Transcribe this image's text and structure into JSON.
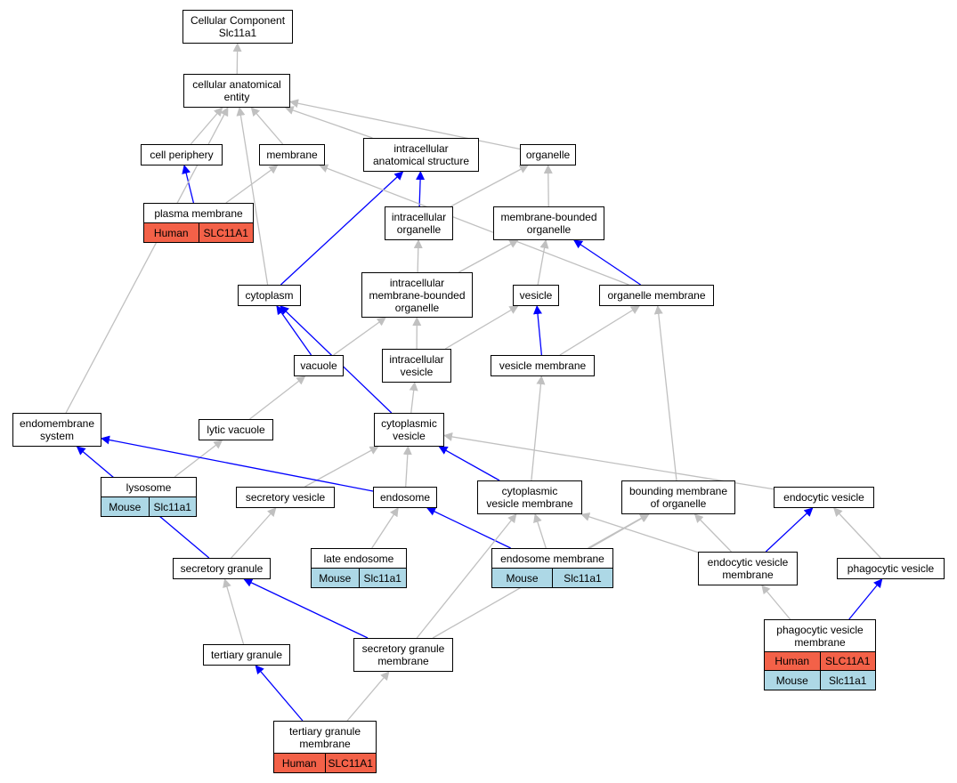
{
  "colors": {
    "edge_is_a": "#c0c0c0",
    "edge_part_of": "#0000ff",
    "human_fill": "#f36148",
    "mouse_fill": "#add8e6"
  },
  "nodes": {
    "root": {
      "lines": [
        "Cellular Component",
        "Slc11a1"
      ]
    },
    "cae": {
      "lines": [
        "cellular anatomical",
        "entity"
      ]
    },
    "cellper": {
      "lines": [
        "cell periphery"
      ]
    },
    "membrane": {
      "lines": [
        "membrane"
      ]
    },
    "intracell": {
      "lines": [
        "intracellular",
        "anatomical structure"
      ]
    },
    "organelle": {
      "lines": [
        "organelle"
      ]
    },
    "intraorg": {
      "lines": [
        "intracellular",
        "organelle"
      ]
    },
    "mbo": {
      "lines": [
        "membrane-bounded",
        "organelle"
      ]
    },
    "cytoplasm": {
      "lines": [
        "cytoplasm"
      ]
    },
    "imbo": {
      "lines": [
        "intracellular",
        "membrane-bounded",
        "organelle"
      ]
    },
    "vesicle": {
      "lines": [
        "vesicle"
      ]
    },
    "orgmem": {
      "lines": [
        "organelle membrane"
      ]
    },
    "vacuole": {
      "lines": [
        "vacuole"
      ]
    },
    "intraves": {
      "lines": [
        "intracellular",
        "vesicle"
      ]
    },
    "vesmem": {
      "lines": [
        "vesicle membrane"
      ]
    },
    "endomem": {
      "lines": [
        "endomembrane",
        "system"
      ]
    },
    "lytic": {
      "lines": [
        "lytic vacuole"
      ]
    },
    "cytoves": {
      "lines": [
        "cytoplasmic",
        "vesicle"
      ]
    },
    "secves": {
      "lines": [
        "secretory vesicle"
      ]
    },
    "endosome": {
      "lines": [
        "endosome"
      ]
    },
    "cytovesmem": {
      "lines": [
        "cytoplasmic",
        "vesicle membrane"
      ]
    },
    "boundmem": {
      "lines": [
        "bounding membrane",
        "of organelle"
      ]
    },
    "endoves": {
      "lines": [
        "endocytic vesicle"
      ]
    },
    "secgran": {
      "lines": [
        "secretory granule"
      ]
    },
    "endovesmem": {
      "lines": [
        "endocytic vesicle",
        "membrane"
      ]
    },
    "phagoves": {
      "lines": [
        "phagocytic vesicle"
      ]
    },
    "tergran": {
      "lines": [
        "tertiary granule"
      ]
    },
    "secgranmem": {
      "lines": [
        "secretory granule",
        "membrane"
      ]
    }
  },
  "gene_nodes": {
    "plasmamem": {
      "lines": [
        "plasma membrane"
      ],
      "rows": [
        {
          "species": "Human",
          "gene": "SLC11A1"
        }
      ]
    },
    "lysosome": {
      "lines": [
        "lysosome"
      ],
      "rows": [
        {
          "species": "Mouse",
          "gene": "Slc11a1"
        }
      ]
    },
    "lateendo": {
      "lines": [
        "late endosome"
      ],
      "rows": [
        {
          "species": "Mouse",
          "gene": "Slc11a1"
        }
      ]
    },
    "endosomemem": {
      "lines": [
        "endosome membrane"
      ],
      "rows": [
        {
          "species": "Mouse",
          "gene": "Slc11a1"
        }
      ]
    },
    "phagovesmem": {
      "lines": [
        "phagocytic vesicle",
        "membrane"
      ],
      "rows": [
        {
          "species": "Human",
          "gene": "SLC11A1"
        },
        {
          "species": "Mouse",
          "gene": "Slc11a1"
        }
      ]
    },
    "tergranmem": {
      "lines": [
        "tertiary granule",
        "membrane"
      ],
      "rows": [
        {
          "species": "Human",
          "gene": "SLC11A1"
        }
      ]
    }
  },
  "edges": [
    {
      "from": "cae",
      "to": "root",
      "type": "is_a"
    },
    {
      "from": "cellper",
      "to": "cae",
      "type": "is_a"
    },
    {
      "from": "membrane",
      "to": "cae",
      "type": "is_a"
    },
    {
      "from": "intracell",
      "to": "cae",
      "type": "is_a"
    },
    {
      "from": "organelle",
      "to": "cae",
      "type": "is_a"
    },
    {
      "from": "plasmamem",
      "to": "cellper",
      "type": "part_of"
    },
    {
      "from": "plasmamem",
      "to": "membrane",
      "type": "is_a"
    },
    {
      "from": "intraorg",
      "to": "intracell",
      "type": "part_of"
    },
    {
      "from": "intraorg",
      "to": "organelle",
      "type": "is_a"
    },
    {
      "from": "mbo",
      "to": "organelle",
      "type": "is_a"
    },
    {
      "from": "cytoplasm",
      "to": "intracell",
      "type": "part_of"
    },
    {
      "from": "cytoplasm",
      "to": "cae",
      "type": "is_a"
    },
    {
      "from": "imbo",
      "to": "intraorg",
      "type": "is_a"
    },
    {
      "from": "imbo",
      "to": "mbo",
      "type": "is_a"
    },
    {
      "from": "vesicle",
      "to": "mbo",
      "type": "is_a"
    },
    {
      "from": "orgmem",
      "to": "mbo",
      "type": "part_of"
    },
    {
      "from": "orgmem",
      "to": "membrane",
      "type": "is_a"
    },
    {
      "from": "vacuole",
      "to": "cytoplasm",
      "type": "part_of"
    },
    {
      "from": "vacuole",
      "to": "imbo",
      "type": "is_a"
    },
    {
      "from": "intraves",
      "to": "imbo",
      "type": "is_a"
    },
    {
      "from": "intraves",
      "to": "vesicle",
      "type": "is_a"
    },
    {
      "from": "vesmem",
      "to": "vesicle",
      "type": "part_of"
    },
    {
      "from": "vesmem",
      "to": "orgmem",
      "type": "is_a"
    },
    {
      "from": "endomem",
      "to": "cae",
      "type": "is_a"
    },
    {
      "from": "lytic",
      "to": "vacuole",
      "type": "is_a"
    },
    {
      "from": "cytoves",
      "to": "cytoplasm",
      "type": "part_of"
    },
    {
      "from": "cytoves",
      "to": "intraves",
      "type": "is_a"
    },
    {
      "from": "lysosome",
      "to": "lytic",
      "type": "is_a"
    },
    {
      "from": "secves",
      "to": "cytoves",
      "type": "is_a"
    },
    {
      "from": "endosome",
      "to": "cytoves",
      "type": "is_a"
    },
    {
      "from": "endosome",
      "to": "endomem",
      "type": "part_of"
    },
    {
      "from": "cytovesmem",
      "to": "cytoves",
      "type": "part_of"
    },
    {
      "from": "cytovesmem",
      "to": "vesmem",
      "type": "is_a"
    },
    {
      "from": "boundmem",
      "to": "orgmem",
      "type": "is_a"
    },
    {
      "from": "endoves",
      "to": "cytoves",
      "type": "is_a"
    },
    {
      "from": "secgran",
      "to": "secves",
      "type": "is_a"
    },
    {
      "from": "secgran",
      "to": "endomem",
      "type": "part_of"
    },
    {
      "from": "lateendo",
      "to": "endosome",
      "type": "is_a"
    },
    {
      "from": "endosomemem",
      "to": "endosome",
      "type": "part_of"
    },
    {
      "from": "endosomemem",
      "to": "cytovesmem",
      "type": "is_a"
    },
    {
      "from": "endosomemem",
      "to": "boundmem",
      "type": "is_a"
    },
    {
      "from": "endovesmem",
      "to": "cytovesmem",
      "type": "is_a"
    },
    {
      "from": "endovesmem",
      "to": "boundmem",
      "type": "is_a"
    },
    {
      "from": "endovesmem",
      "to": "endoves",
      "type": "part_of"
    },
    {
      "from": "phagoves",
      "to": "endoves",
      "type": "is_a"
    },
    {
      "from": "tergran",
      "to": "secgran",
      "type": "is_a"
    },
    {
      "from": "secgranmem",
      "to": "secgran",
      "type": "part_of"
    },
    {
      "from": "secgranmem",
      "to": "cytovesmem",
      "type": "is_a"
    },
    {
      "from": "secgranmem",
      "to": "boundmem",
      "type": "is_a"
    },
    {
      "from": "phagovesmem",
      "to": "endovesmem",
      "type": "is_a"
    },
    {
      "from": "phagovesmem",
      "to": "phagoves",
      "type": "part_of"
    },
    {
      "from": "tergranmem",
      "to": "tergran",
      "type": "part_of"
    },
    {
      "from": "tergranmem",
      "to": "secgranmem",
      "type": "is_a"
    }
  ]
}
